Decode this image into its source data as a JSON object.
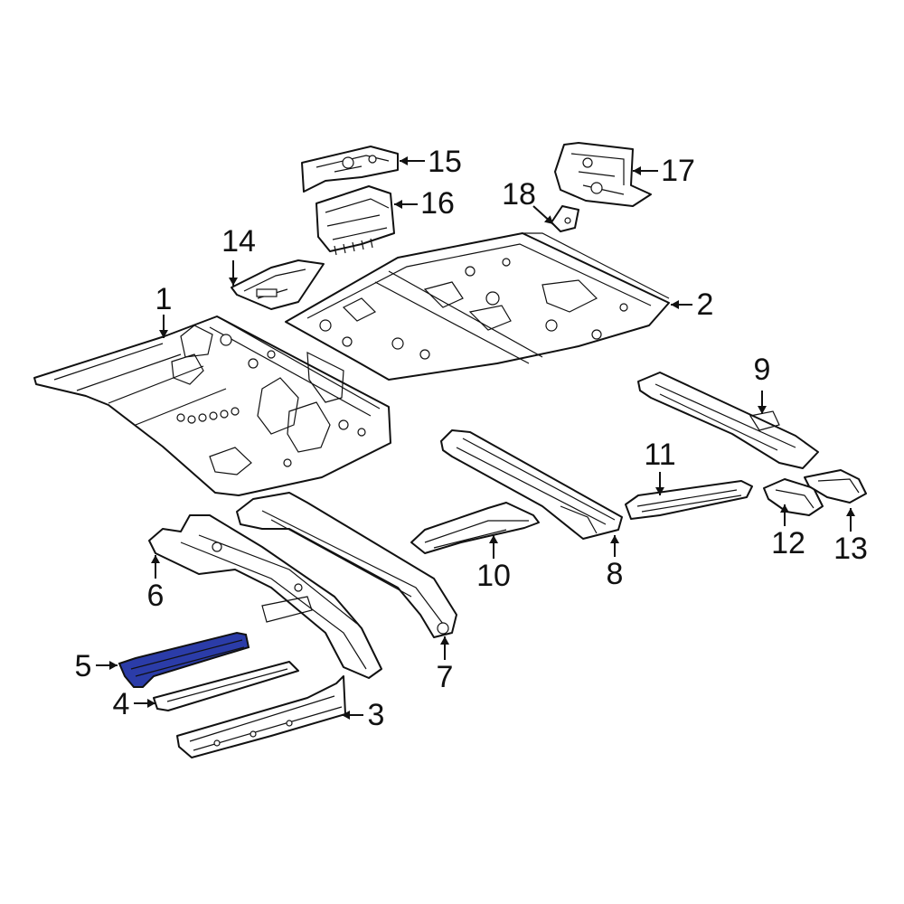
{
  "diagram": {
    "highlight_color": "#2b3ca8",
    "line_color": "#111111",
    "background": "#ffffff",
    "highlighted_part": "5",
    "callouts": [
      {
        "id": "c1",
        "label": "1"
      },
      {
        "id": "c2",
        "label": "2"
      },
      {
        "id": "c3",
        "label": "3"
      },
      {
        "id": "c4",
        "label": "4"
      },
      {
        "id": "c5",
        "label": "5"
      },
      {
        "id": "c6",
        "label": "6"
      },
      {
        "id": "c7",
        "label": "7"
      },
      {
        "id": "c8",
        "label": "8"
      },
      {
        "id": "c9",
        "label": "9"
      },
      {
        "id": "c10",
        "label": "10"
      },
      {
        "id": "c11",
        "label": "11"
      },
      {
        "id": "c12",
        "label": "12"
      },
      {
        "id": "c13",
        "label": "13"
      },
      {
        "id": "c14",
        "label": "14"
      },
      {
        "id": "c15",
        "label": "15"
      },
      {
        "id": "c16",
        "label": "16"
      },
      {
        "id": "c17",
        "label": "17"
      },
      {
        "id": "c18",
        "label": "18"
      }
    ]
  }
}
